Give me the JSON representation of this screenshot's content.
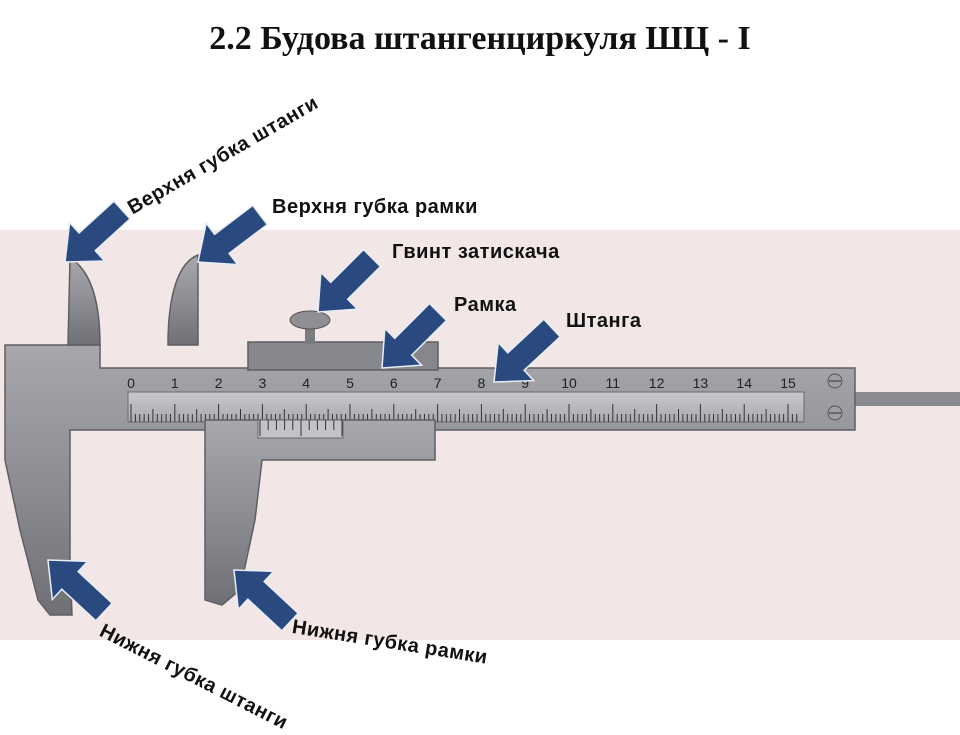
{
  "title": "2.2 Будова штангенциркуля ШЦ - І",
  "labels": {
    "upper_jaw_beam": "Верхня губка штанги",
    "upper_jaw_frame": "Верхня губка рамки",
    "clamp_screw": "Гвинт затискача",
    "frame": "Рамка",
    "beam": "Штанга",
    "lower_jaw_frame": "Нижня губка рамки",
    "lower_jaw_beam": "Нижня губка штанги"
  },
  "scale_numbers": [
    "0",
    "1",
    "2",
    "3",
    "4",
    "5",
    "6",
    "7",
    "8",
    "9",
    "10",
    "11",
    "12",
    "13",
    "14",
    "15"
  ],
  "colors": {
    "arrow": "#2a4a7f",
    "background_photo": "#f3e6e6",
    "metal": "#8e8f94"
  }
}
